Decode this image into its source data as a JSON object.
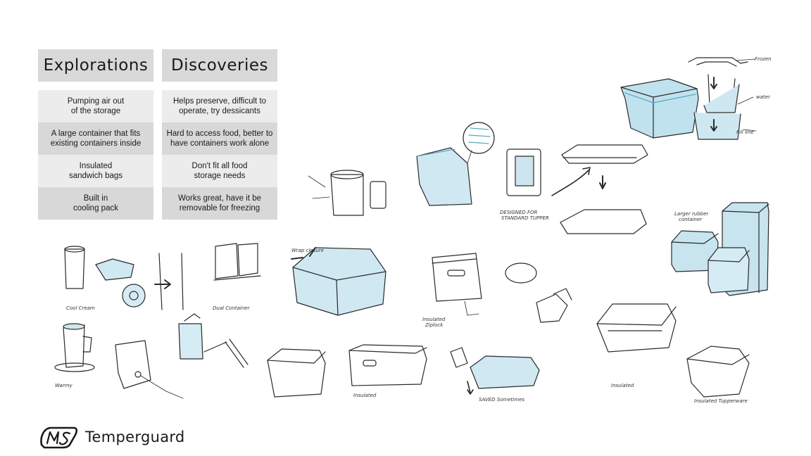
{
  "explorations": {
    "title": "Explorations",
    "items": [
      "Pumping air out\nof the storage",
      "A large container that fits\nexisting containers inside",
      "Insulated\nsandwich bags",
      "Built in\ncooling pack"
    ]
  },
  "discoveries": {
    "title": "Discoveries",
    "items": [
      "Helps preserve, difficult to\noperate,  try dessicants",
      "Hard to access food, better to\nhave containers work alone",
      "Don't fit all food\nstorage needs",
      "Works great, have it be\nremovable for freezing"
    ]
  },
  "footer": {
    "brand": "Temperguard"
  },
  "colors": {
    "sketch_blue": "#9ccfe0",
    "ink": "#2a2a2a",
    "header_gray": "#d9d9d9"
  }
}
